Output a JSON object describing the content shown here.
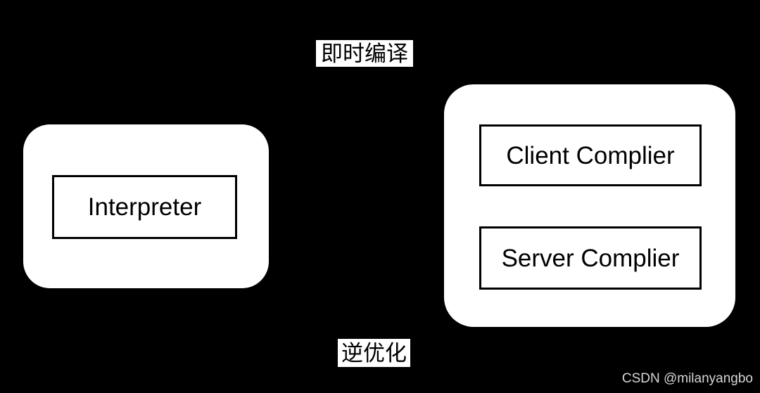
{
  "diagram": {
    "jit_label": "即时编译",
    "deopt_label": "逆优化",
    "nodes": {
      "interpreter": "Interpreter",
      "client_compiler": "Client Complier",
      "server_compiler": "Server Complier"
    }
  },
  "watermark": {
    "text": "CSDN @milanyangbo"
  },
  "colors": {
    "background": "#000000",
    "panel_fill": "#ffffff",
    "node_border": "#000000",
    "label_text": "#000000",
    "watermark_text": "#d6d6d6"
  }
}
